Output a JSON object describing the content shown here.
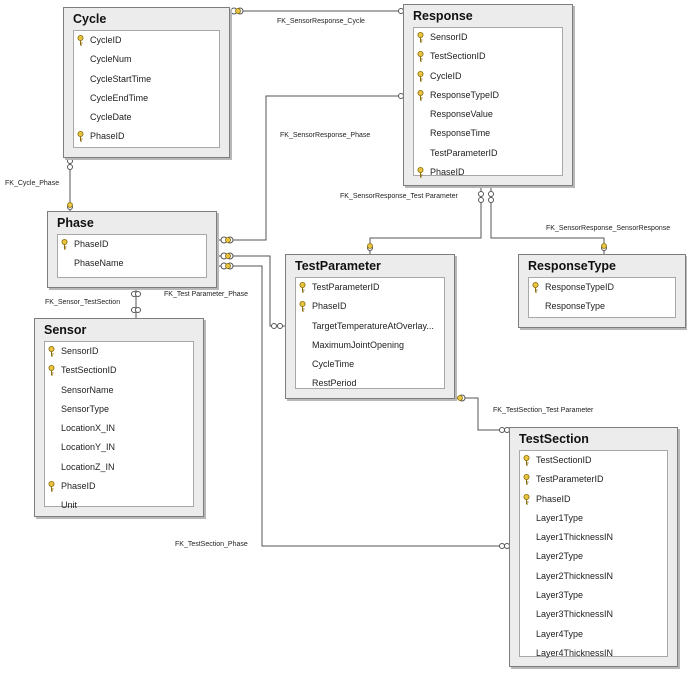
{
  "tables": {
    "cycle": {
      "name": "Cycle",
      "columns": [
        {
          "name": "CycleID",
          "key": true
        },
        {
          "name": "CycleNum",
          "key": false
        },
        {
          "name": "CycleStartTime",
          "key": false
        },
        {
          "name": "CycleEndTime",
          "key": false
        },
        {
          "name": "CycleDate",
          "key": false
        },
        {
          "name": "PhaseID",
          "key": true
        }
      ]
    },
    "response": {
      "name": "Response",
      "columns": [
        {
          "name": "SensorID",
          "key": true
        },
        {
          "name": "TestSectionID",
          "key": true
        },
        {
          "name": "CycleID",
          "key": true
        },
        {
          "name": "ResponseTypeID",
          "key": true
        },
        {
          "name": "ResponseValue",
          "key": false
        },
        {
          "name": "ResponseTime",
          "key": false
        },
        {
          "name": "TestParameterID",
          "key": false
        },
        {
          "name": "PhaseID",
          "key": true
        }
      ]
    },
    "phase": {
      "name": "Phase",
      "columns": [
        {
          "name": "PhaseID",
          "key": true
        },
        {
          "name": "PhaseName",
          "key": false
        }
      ]
    },
    "testparameter": {
      "name": "TestParameter",
      "columns": [
        {
          "name": "TestParameterID",
          "key": true
        },
        {
          "name": "PhaseID",
          "key": true
        },
        {
          "name": "TargetTemperatureAtOverlay...",
          "key": false
        },
        {
          "name": "MaximumJointOpening",
          "key": false
        },
        {
          "name": "CycleTime",
          "key": false
        },
        {
          "name": "RestPeriod",
          "key": false
        }
      ]
    },
    "responsetype": {
      "name": "ResponseType",
      "columns": [
        {
          "name": "ResponseTypeID",
          "key": true
        },
        {
          "name": "ResponseType",
          "key": false
        }
      ]
    },
    "sensor": {
      "name": "Sensor",
      "columns": [
        {
          "name": "SensorID",
          "key": true
        },
        {
          "name": "TestSectionID",
          "key": true
        },
        {
          "name": "SensorName",
          "key": false
        },
        {
          "name": "SensorType",
          "key": false
        },
        {
          "name": "LocationX_IN",
          "key": false
        },
        {
          "name": "LocationY_IN",
          "key": false
        },
        {
          "name": "LocationZ_IN",
          "key": false
        },
        {
          "name": "PhaseID",
          "key": true
        },
        {
          "name": "Unit",
          "key": false
        }
      ]
    },
    "testsection": {
      "name": "TestSection",
      "columns": [
        {
          "name": "TestSectionID",
          "key": true
        },
        {
          "name": "TestParameterID",
          "key": true
        },
        {
          "name": "PhaseID",
          "key": true
        },
        {
          "name": "Layer1Type",
          "key": false
        },
        {
          "name": "Layer1ThicknessIN",
          "key": false
        },
        {
          "name": "Layer2Type",
          "key": false
        },
        {
          "name": "Layer2ThicknessIN",
          "key": false
        },
        {
          "name": "Layer3Type",
          "key": false
        },
        {
          "name": "Layer3ThicknessIN",
          "key": false
        },
        {
          "name": "Layer4Type",
          "key": false
        },
        {
          "name": "Layer4ThicknessIN",
          "key": false
        }
      ]
    }
  },
  "relationships": {
    "fk_sensorresponse_cycle": "FK_SensorResponse_Cycle",
    "fk_cycle_phase": "FK_Cycle_Phase",
    "fk_sensorresponse_phase": "FK_SensorResponse_Phase",
    "fk_sensorresponse_testparameter": "FK_SensorResponse_Test Parameter",
    "fk_sensorresponse_sensorresponse": "FK_SensorResponse_SensorResponse",
    "fk_sensor_testsection": "FK_Sensor_TestSection",
    "fk_test_parameter_phase": "FK_Test Parameter_Phase",
    "fk_testsection_testparameter": "FK_TestSection_Test Parameter",
    "fk_testsection_phase": "FK_TestSection_Phase"
  },
  "colors": {
    "key_icon": "#e8c440",
    "key_outline": "#8a6d0c",
    "connector": "#555555"
  }
}
